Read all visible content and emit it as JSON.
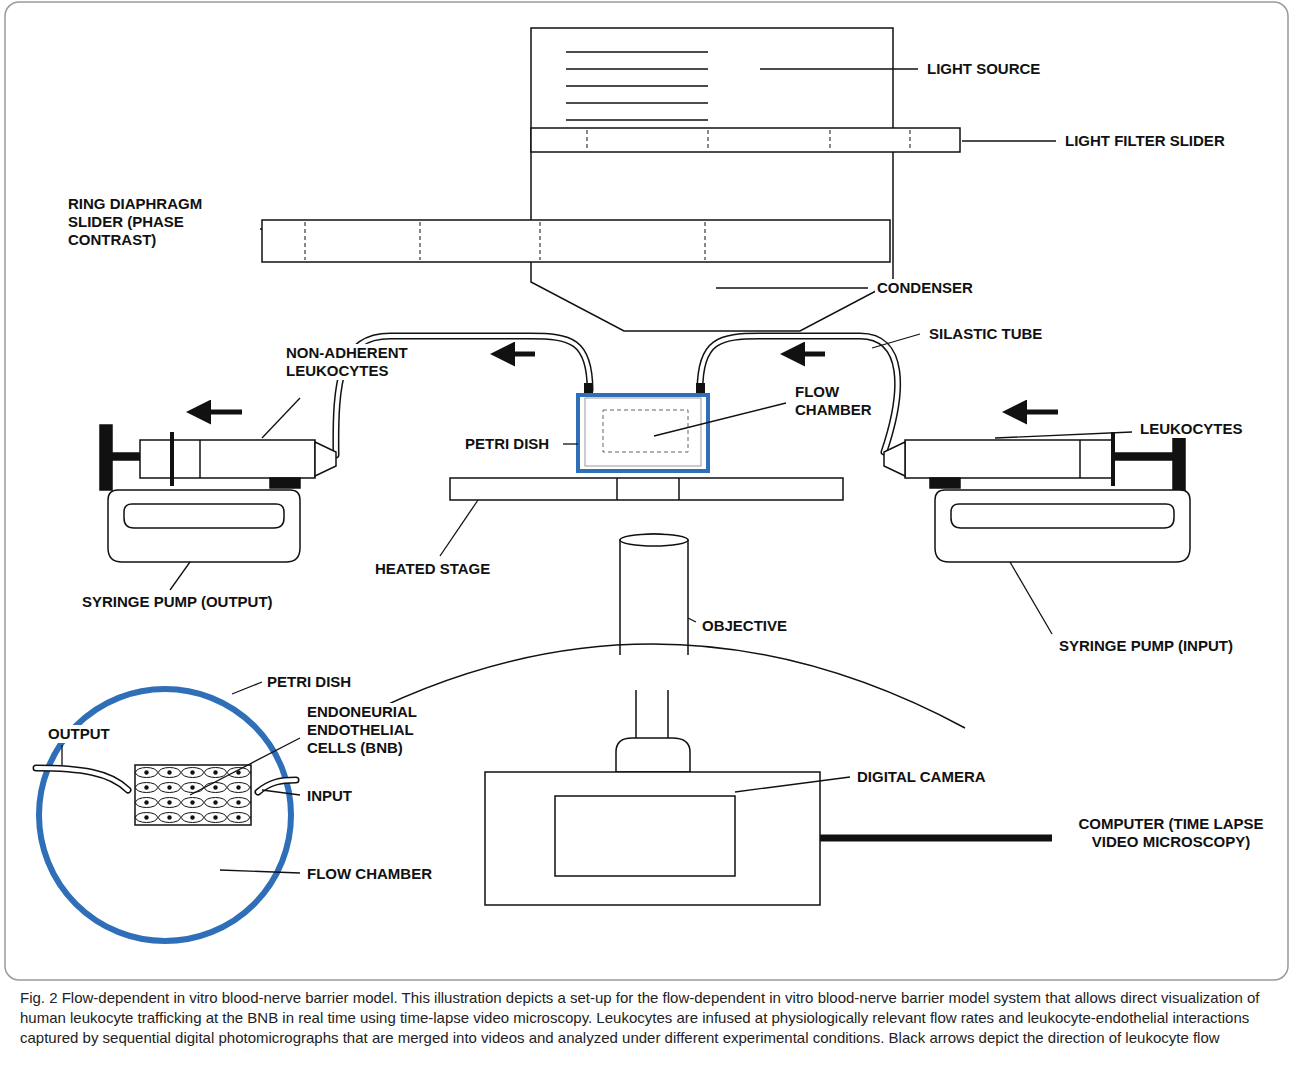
{
  "diagram": {
    "caption": "Fig. 2 Flow-dependent in vitro blood-nerve barrier model. This illustration depicts a set-up for the flow-dependent in vitro blood-nerve barrier model system that allows direct visualization of human leukocyte trafficking at the BNB in real time using time-lapse video microscopy. Leukocytes are infused at physiologically relevant flow rates and leukocyte-endothelial interactions captured by sequential digital photomicrographs that are merged into videos and analyzed under different experimental conditions. Black arrows depict the direction of leukocyte flow",
    "labels": [
      "LIGHT SOURCE",
      "LIGHT FILTER SLIDER",
      "RING DIAPHRAGM SLIDER (PHASE CONTRAST)",
      "CONDENSER",
      "NON-ADHERENT LEUKOCYTES",
      "SILASTIC TUBE",
      "FLOW CHAMBER",
      "LEUKOCYTES",
      "PETRI DISH",
      "HEATED STAGE",
      "SYRINGE PUMP (OUTPUT)",
      "OBJECTIVE",
      "SYRINGE PUMP (INPUT)",
      "PETRI DISH",
      "OUTPUT",
      "ENDONEURIAL ENDOTHELIAL CELLS (BNB)",
      "INPUT",
      "FLOW CHAMBER",
      "DIGITAL CAMERA",
      "COMPUTER (TIME LAPSE VIDEO MICROSCOPY)"
    ]
  }
}
